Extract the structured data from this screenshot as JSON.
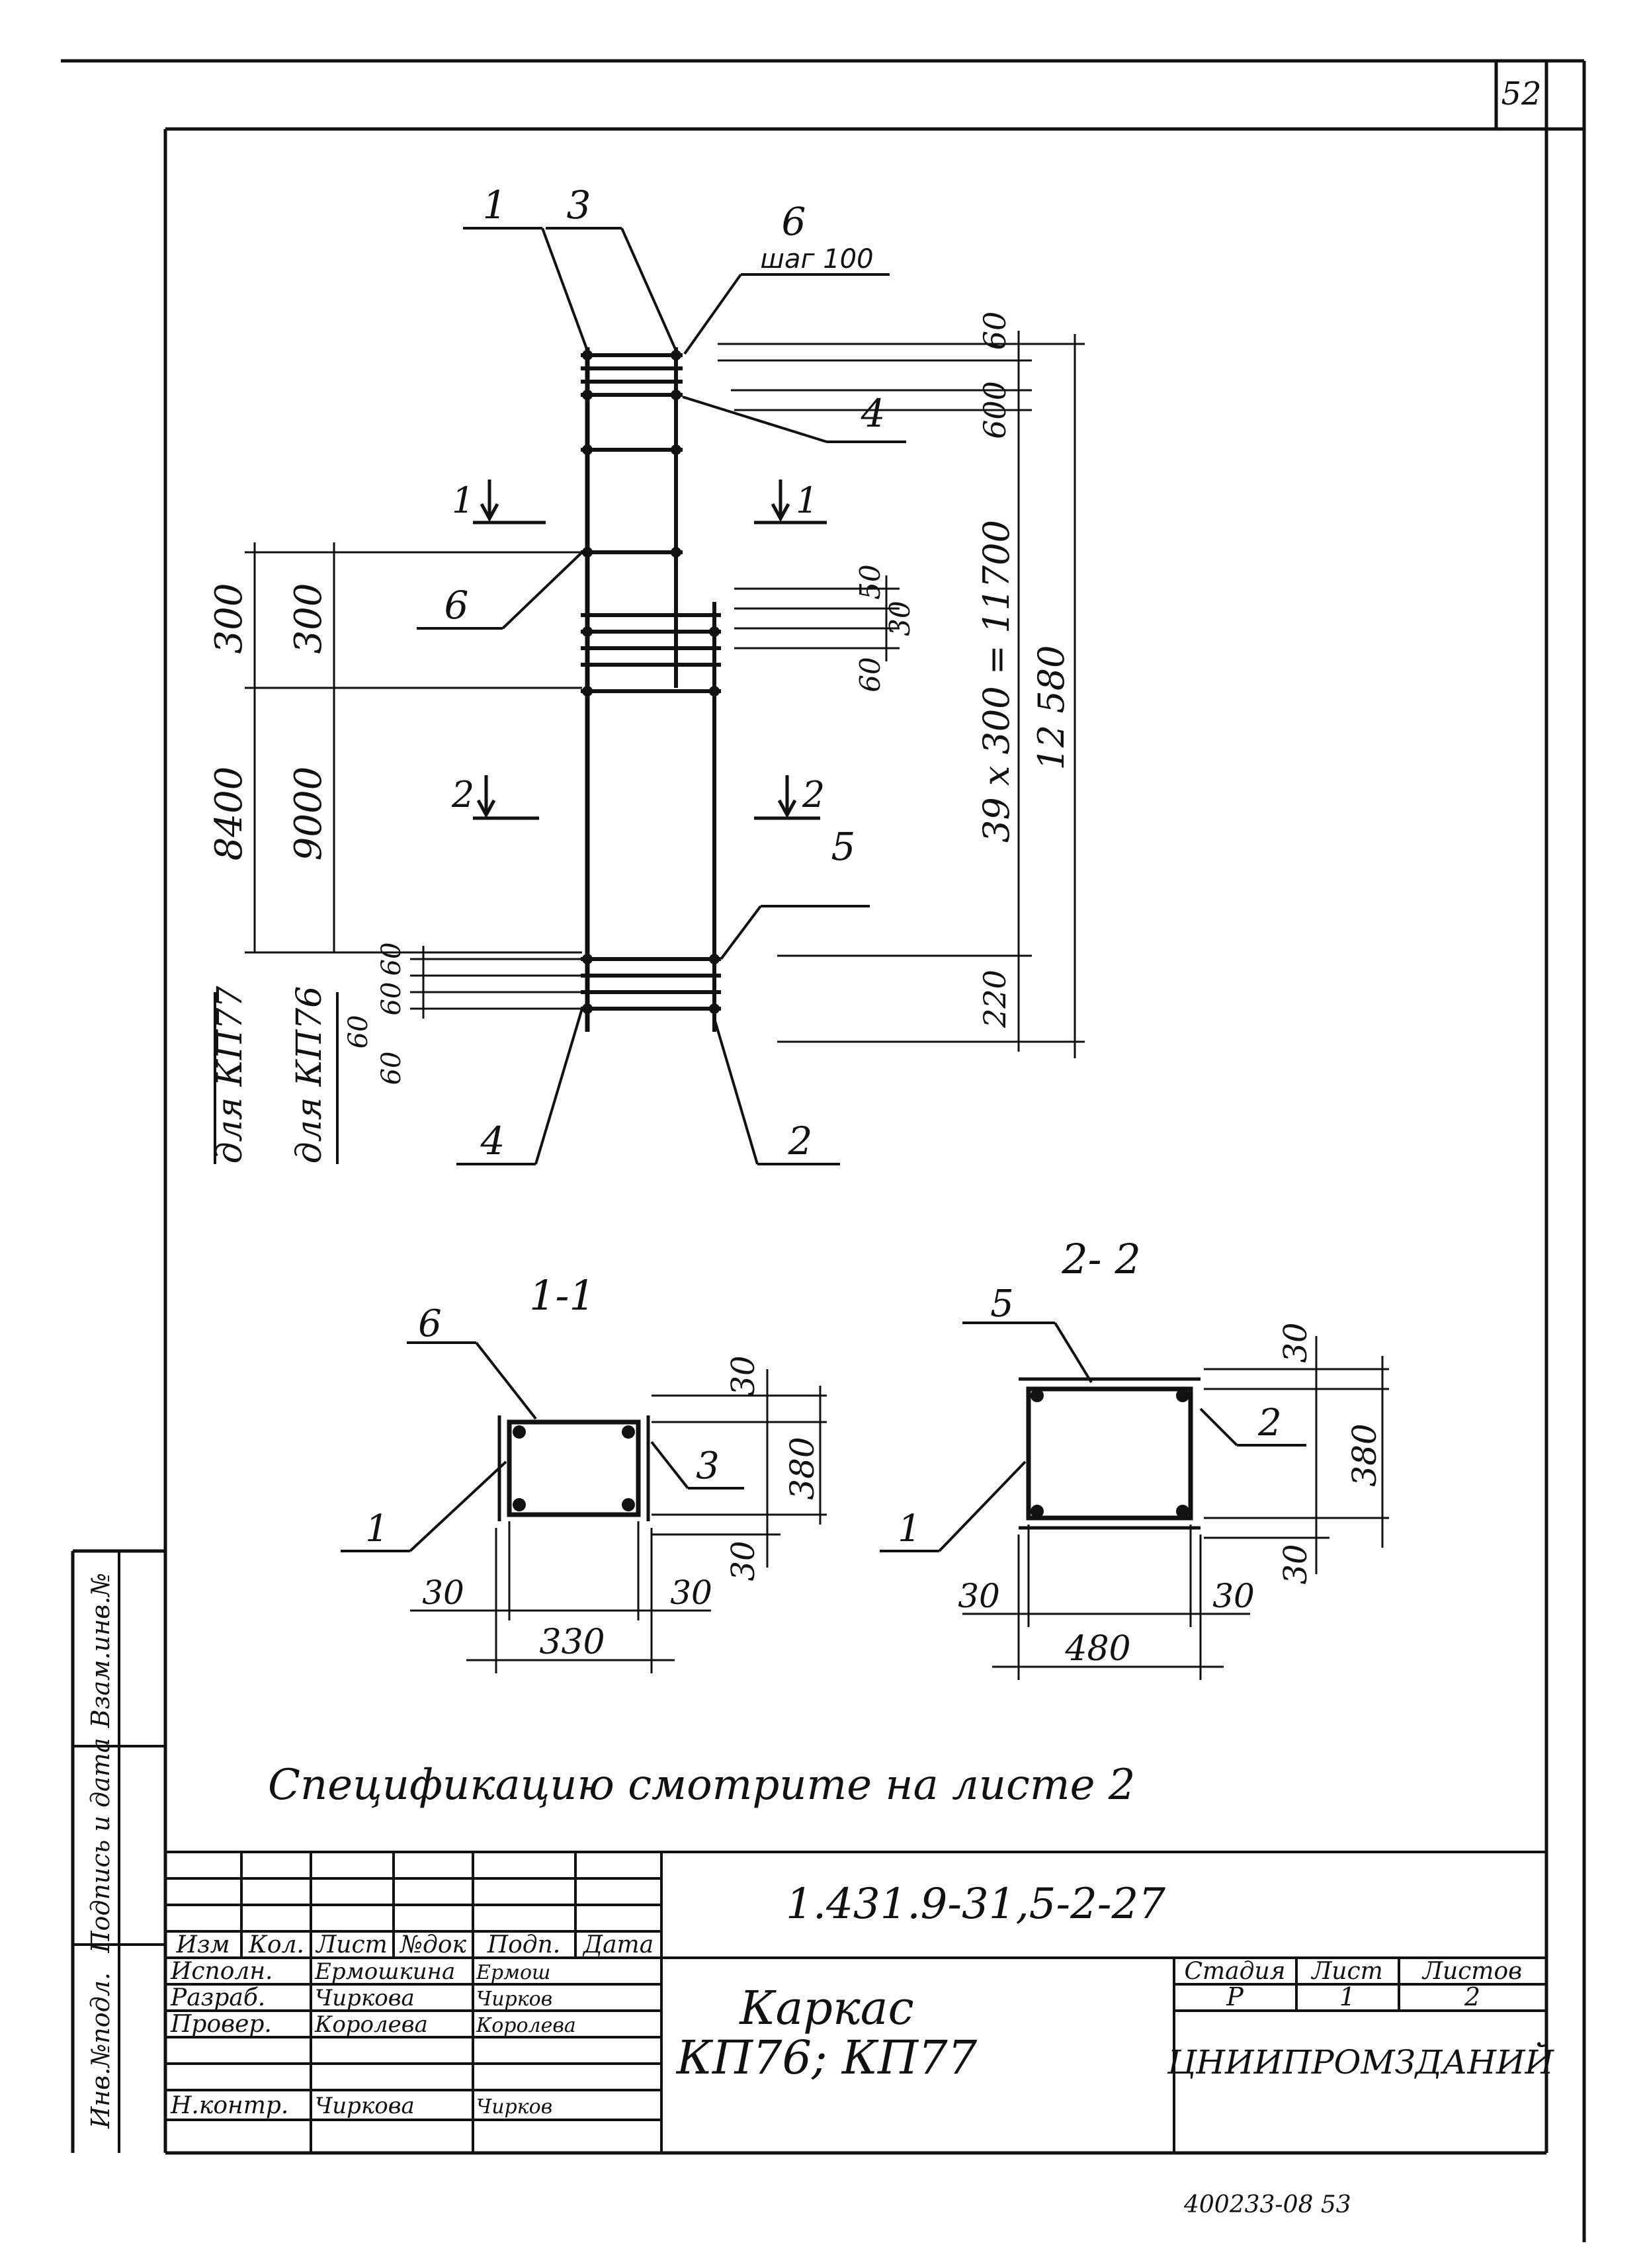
{
  "page_number": "52",
  "main_view": {
    "leaders": [
      "1",
      "3",
      "6",
      "4",
      "6",
      "5",
      "4",
      "2"
    ],
    "leader_note": "шаг 100",
    "section_marks": [
      "1",
      "1",
      "2",
      "2"
    ],
    "left_dims_outer": [
      "300",
      "8400",
      "для КП77"
    ],
    "left_dims_inner": [
      "300",
      "9000",
      "для КП76"
    ],
    "left_small_dims": [
      "60",
      "60",
      "60",
      "60"
    ],
    "right_top_dims": [
      "600",
      "60"
    ],
    "right_mid_dims": [
      "50",
      "30",
      "60"
    ],
    "right_bottom_dim": "220",
    "right_total_dims": [
      "39 x 300 = 11700",
      "12 580"
    ]
  },
  "section_1": {
    "title": "1-1",
    "leaders": [
      "6",
      "3",
      "1"
    ],
    "dims": [
      "30",
      "380",
      "30",
      "30",
      "30",
      "330"
    ]
  },
  "section_2": {
    "title": "2- 2",
    "leaders": [
      "5",
      "2",
      "1"
    ],
    "dims": [
      "30",
      "380",
      "30",
      "30",
      "30",
      "480"
    ]
  },
  "note": "Спецификацию смотрите на листе 2",
  "side_stamp": [
    "Инв.№подл.",
    "Подпись и дата",
    "Взам.инв.№"
  ],
  "title_block": {
    "designation": "1.431.9-31,5-2-27",
    "headers": [
      "Изм",
      "Кол.",
      "Лист",
      "№док",
      "Подп.",
      "Дата"
    ],
    "rows": [
      {
        "role": "Исполн.",
        "name": "Ермошкина",
        "sign": "Ермош"
      },
      {
        "role": "Разраб.",
        "name": "Чиркова",
        "sign": "Чирков"
      },
      {
        "role": "Провер.",
        "name": "Королева",
        "sign": "Королева"
      },
      {
        "role": "",
        "name": "",
        "sign": ""
      },
      {
        "role": "Н.контр.",
        "name": "Чиркова",
        "sign": "Чирков"
      }
    ],
    "name_line1": "Каркас",
    "name_line2": "КП76; КП77",
    "stage_label": "Стадия",
    "sheet_label": "Лист",
    "sheets_label": "Листов",
    "stage": "Р",
    "sheet": "1",
    "sheets": "2",
    "org": "ЦНИИПРОМЗДАНИЙ"
  },
  "footer_stamp": "400233-08   53"
}
